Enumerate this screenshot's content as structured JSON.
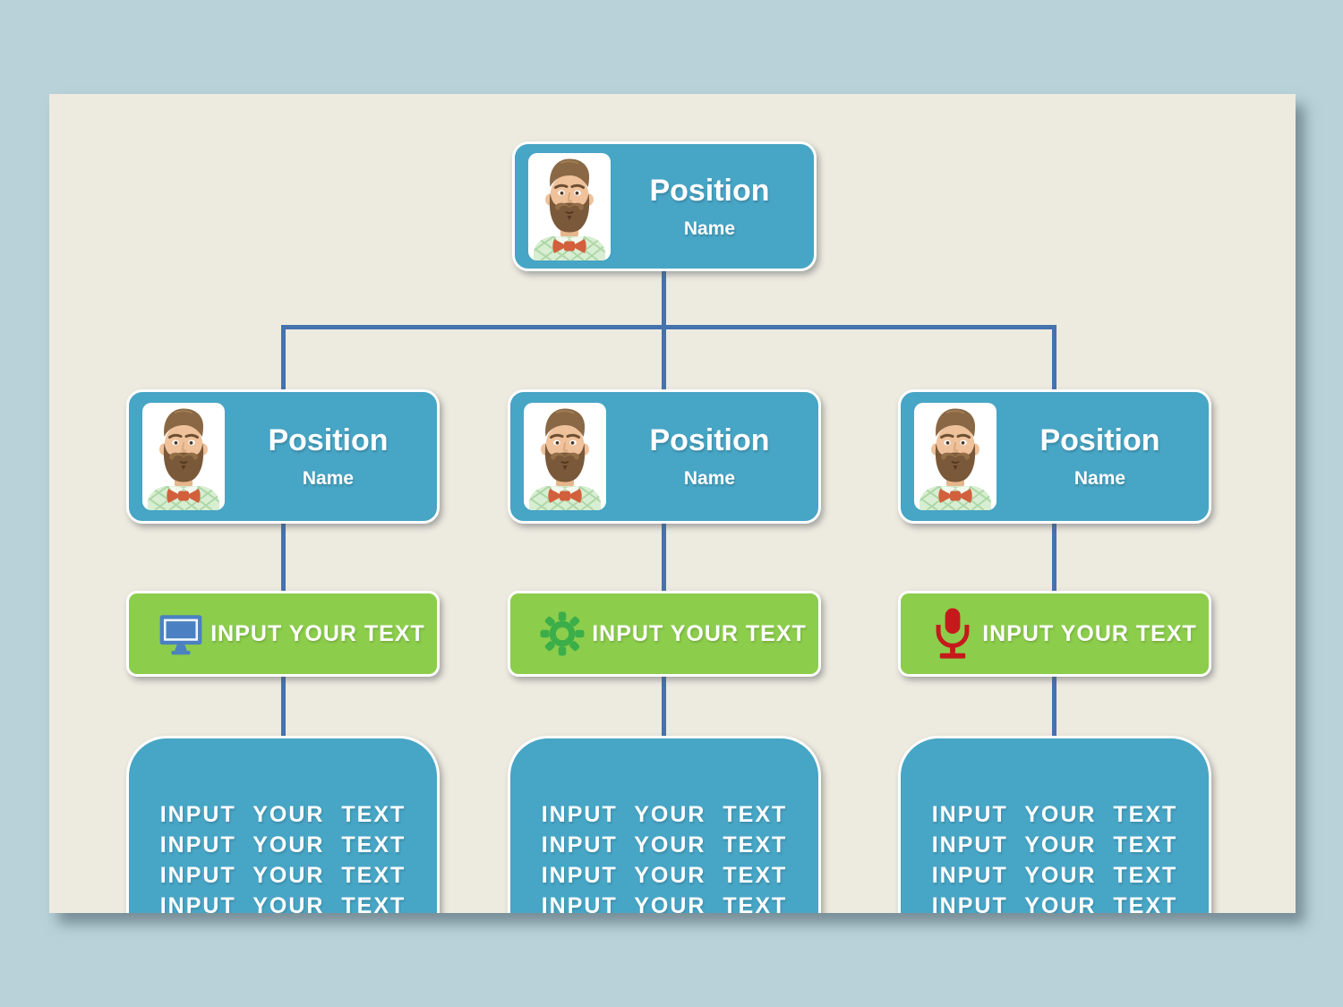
{
  "palette": {
    "page_background": "#b9d2d9",
    "canvas_background": "#edeadf",
    "node_blue": "#47a5c5",
    "bar_green": "#8ccd4c",
    "connector_blue": "#4473ae",
    "monitor_icon_blue": "#4b80c2",
    "gear_icon_green": "#3bae49",
    "microphone_icon_red": "#c6191c",
    "text_white": "#ffffff"
  },
  "chart": {
    "root": {
      "title": "Position",
      "name": "Name",
      "photo": "man-avatar"
    },
    "columns": [
      {
        "card": {
          "title": "Position",
          "name": "Name",
          "photo": "man-avatar"
        },
        "tag": {
          "icon": "monitor-icon",
          "label": "INPUT YOUR TEXT"
        },
        "details": [
          "INPUT YOUR TEXT",
          "INPUT YOUR TEXT",
          "INPUT YOUR TEXT",
          "INPUT YOUR TEXT"
        ]
      },
      {
        "card": {
          "title": "Position",
          "name": "Name",
          "photo": "man-avatar"
        },
        "tag": {
          "icon": "gear-icon",
          "label": "INPUT YOUR TEXT"
        },
        "details": [
          "INPUT YOUR TEXT",
          "INPUT YOUR TEXT",
          "INPUT YOUR TEXT",
          "INPUT YOUR TEXT"
        ]
      },
      {
        "card": {
          "title": "Position",
          "name": "Name",
          "photo": "man-avatar"
        },
        "tag": {
          "icon": "microphone-icon",
          "label": "INPUT YOUR TEXT"
        },
        "details": [
          "INPUT YOUR TEXT",
          "INPUT YOUR TEXT",
          "INPUT YOUR TEXT",
          "INPUT YOUR TEXT"
        ]
      }
    ]
  }
}
